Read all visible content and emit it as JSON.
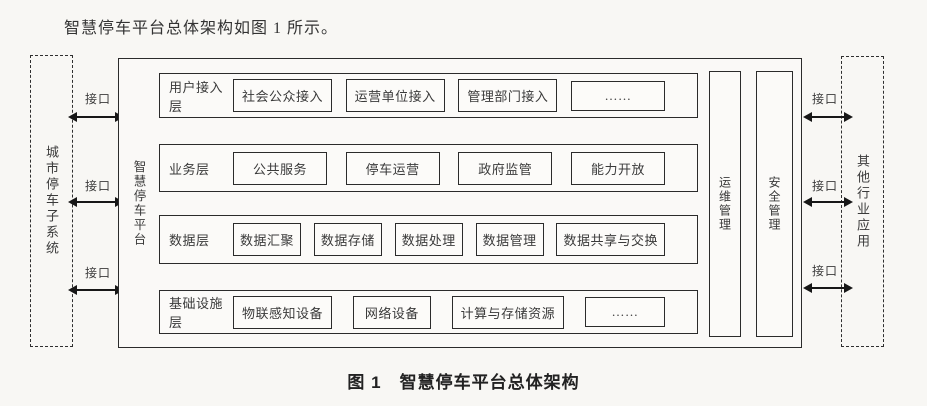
{
  "intro_text": "智慧停车平台总体架构如图 1 所示。",
  "caption": "图 1　智慧停车平台总体架构",
  "diagram": {
    "left_system": "城市停车子系统",
    "right_system": "其他行业应用",
    "platform_label": "智慧停车平台",
    "interface_label": "接口",
    "side_bars": [
      "运维管理",
      "安全管理"
    ],
    "layers": [
      {
        "name": "用户接入层",
        "items": [
          "社会公众接入",
          "运营单位接入",
          "管理部门接入",
          "……"
        ]
      },
      {
        "name": "业务层",
        "items": [
          "公共服务",
          "停车运营",
          "政府监管",
          "能力开放"
        ]
      },
      {
        "name": "数据层",
        "items": [
          "数据汇聚",
          "数据存储",
          "数据处理",
          "数据管理",
          "数据共享与交换"
        ]
      },
      {
        "name": "基础设施层",
        "items": [
          "物联感知设备",
          "网络设备",
          "计算与存储资源",
          "……"
        ]
      }
    ]
  },
  "colors": {
    "border": "#2b2b2b",
    "text": "#3a3a3a",
    "background": "#f8f7f4"
  }
}
